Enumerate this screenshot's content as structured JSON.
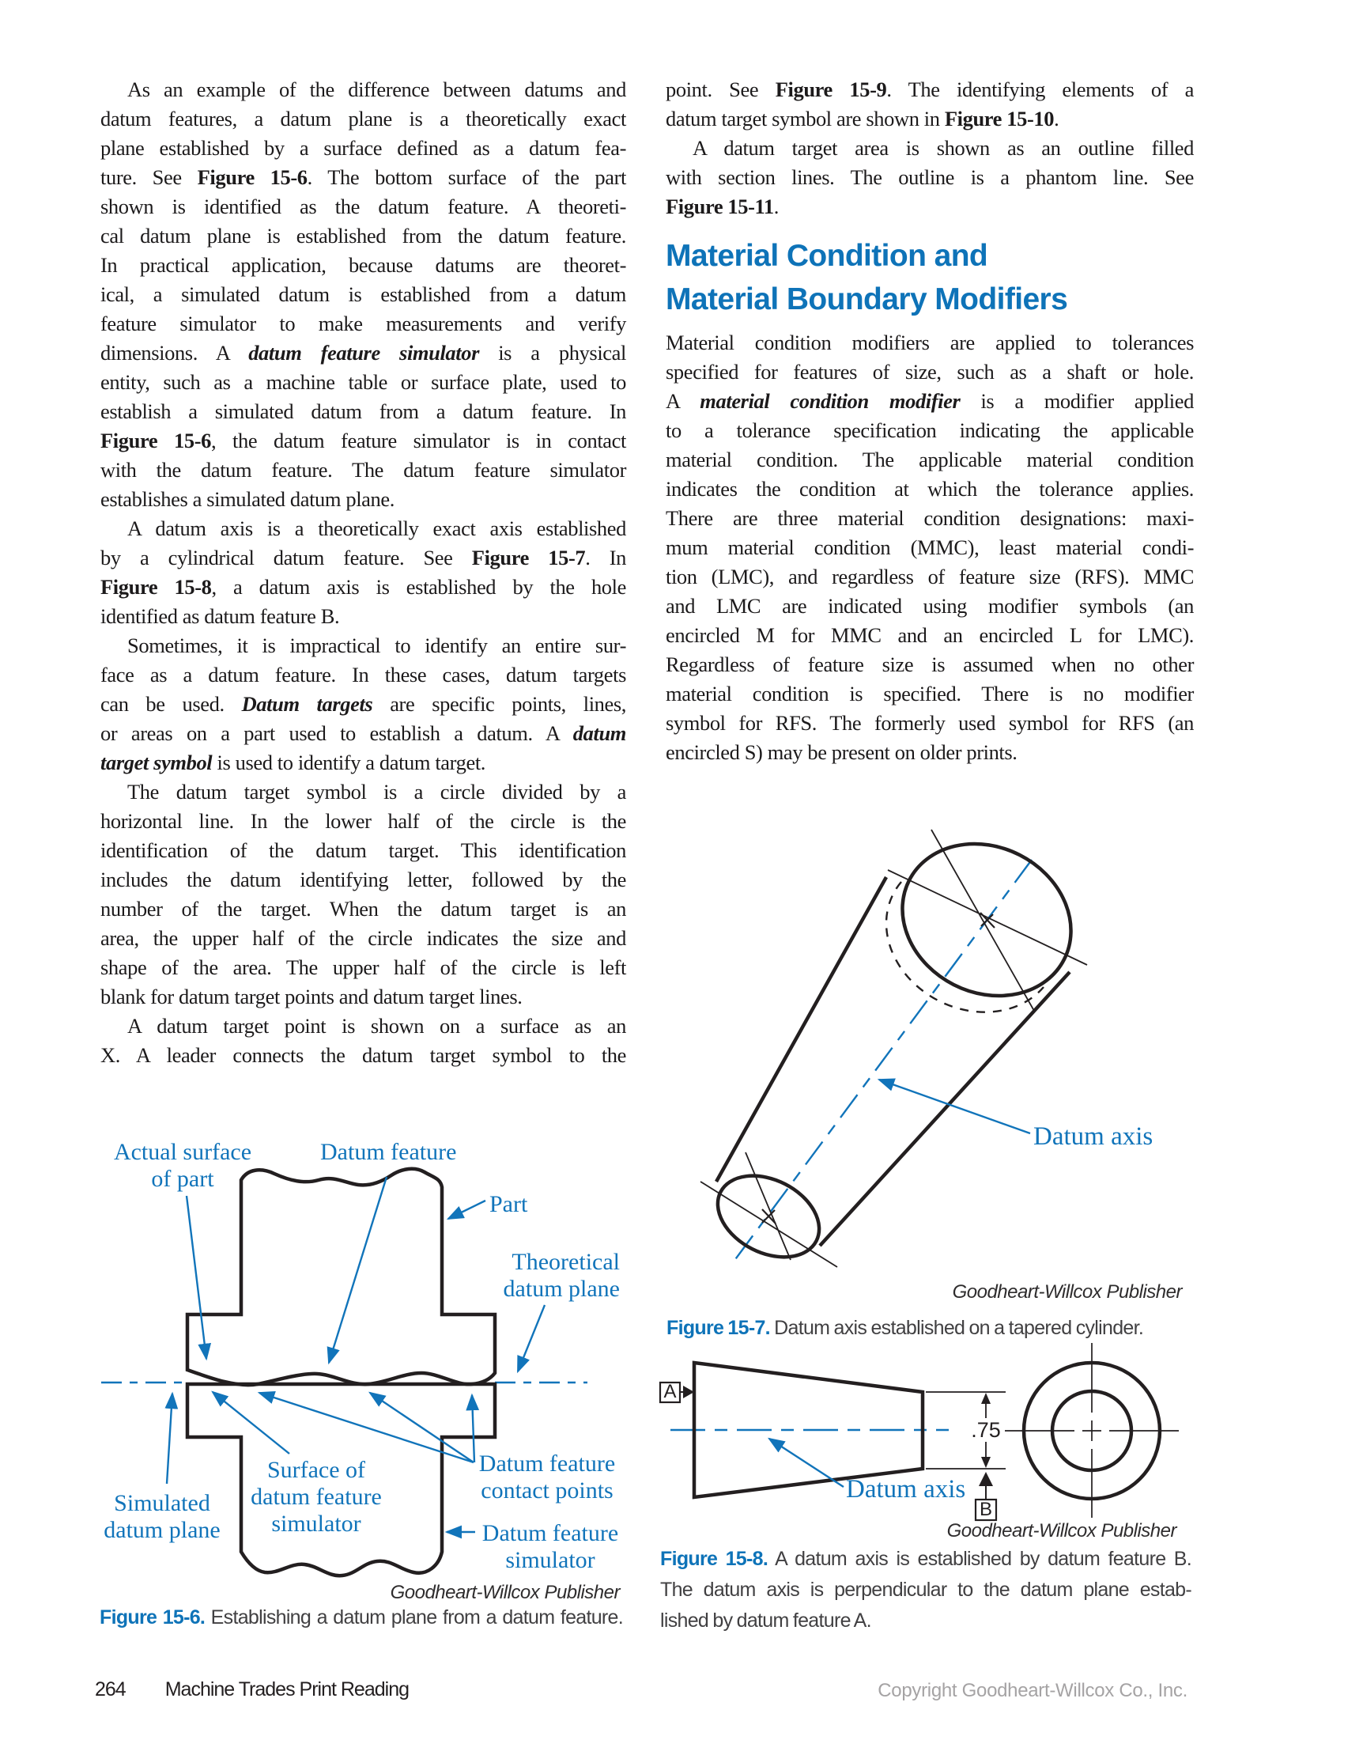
{
  "accent_blue": "#1174BA",
  "heading": {
    "line1": "Material Condition and",
    "line2": "Material Boundary Modifiers"
  },
  "columns": {
    "left": {
      "lines": [
        {
          "t": "As an example of the difference between datums and",
          "ind": 1
        },
        "datum features, a datum plane is a theoretically exact",
        "plane established by a surface defined as a datum fea-",
        {
          "s": [
            [
              "ture. See ",
              "n"
            ],
            [
              "Figure 15-6",
              "b"
            ],
            [
              ". The bottom surface of the part",
              "n"
            ]
          ]
        },
        "shown is identified as the datum feature. A theoreti-",
        "cal datum plane is established from the datum feature.",
        "In practical application, because datums are theoret-",
        "ical, a simulated datum is established from a datum",
        "feature simulator to make measurements and verify",
        {
          "s": [
            [
              "dimensions. A ",
              "n"
            ],
            [
              "datum feature simulator",
              "bi"
            ],
            [
              " is a physical",
              "n"
            ]
          ]
        },
        "entity, such as a machine table or surface plate, used to",
        "establish a simulated datum from a datum feature. In",
        {
          "s": [
            [
              "Figure 15-6",
              "b"
            ],
            [
              ", the datum feature simulator is in contact",
              "n"
            ]
          ]
        },
        "with the datum feature. The datum feature simulator",
        {
          "t": "establishes a simulated datum plane.",
          "end": 1
        },
        {
          "t": "A datum axis is a theoretically exact axis established",
          "ind": 1
        },
        {
          "s": [
            [
              "by a cylindrical datum feature. See ",
              "n"
            ],
            [
              "Figure 15-7",
              "b"
            ],
            [
              ". In",
              "n"
            ]
          ]
        },
        {
          "s": [
            [
              "Figure 15-8",
              "b"
            ],
            [
              ", a datum axis is established by the hole",
              "n"
            ]
          ]
        },
        {
          "t": "identified as datum feature B.",
          "end": 1
        },
        {
          "t": "Sometimes, it is impractical to identify an entire sur-",
          "ind": 1
        },
        "face as a datum feature. In these cases, datum targets",
        {
          "s": [
            [
              "can be used. ",
              "n"
            ],
            [
              "Datum targets",
              "bi"
            ],
            [
              " are specific points, lines,",
              "n"
            ]
          ]
        },
        {
          "s": [
            [
              "or areas on a part used to establish a datum. A ",
              "n"
            ],
            [
              "datum",
              "bi"
            ]
          ]
        },
        {
          "s": [
            [
              "target symbol",
              "bi"
            ],
            [
              " is used to identify a datum target.",
              "n"
            ]
          ],
          "end": 1
        },
        {
          "t": "The datum target symbol is a circle divided by a",
          "ind": 1
        },
        "horizontal line. In the lower half of the circle is the",
        "identification of the datum target. This identification",
        "includes the datum identifying letter, followed by the",
        "number of the target. When the datum target is an",
        "area, the upper half of the circle indicates the size and",
        "shape of the area. The upper half of the circle is left",
        {
          "t": "blank for datum target points and datum target lines.",
          "end": 1
        },
        {
          "t": "A datum target point is shown on a surface as an",
          "ind": 1
        },
        "X. A leader connects the datum target symbol to the"
      ]
    },
    "right_top": {
      "lines": [
        {
          "s": [
            [
              "point. See ",
              "n"
            ],
            [
              "Figure 15-9",
              "b"
            ],
            [
              ". The identifying elements of a",
              "n"
            ]
          ]
        },
        {
          "s": [
            [
              "datum target symbol are shown in ",
              "n"
            ],
            [
              "Figure 15-10",
              "b"
            ],
            [
              ".",
              "n"
            ]
          ],
          "end": 1
        },
        {
          "t": "A datum target area is shown as an outline filled",
          "ind": 1
        },
        "with section lines. The outline is a phantom line. See",
        {
          "s": [
            [
              "Figure 15-11",
              "b"
            ],
            [
              ".",
              "n"
            ]
          ],
          "end": 1
        }
      ]
    },
    "right_body": {
      "lines": [
        "Material condition modifiers are applied to tolerances",
        "specified for features of size, such as a shaft or hole.",
        {
          "s": [
            [
              "A ",
              "n"
            ],
            [
              "material condition modifier",
              "bi"
            ],
            [
              " is a modifier applied",
              "n"
            ]
          ]
        },
        "to a tolerance specification indicating the applicable",
        "material condition. The applicable material condition",
        "indicates the condition at which the tolerance applies.",
        "There are three material condition designations: maxi-",
        "mum material condition (MMC), least material condi-",
        "tion (LMC), and regardless of feature size (RFS). MMC",
        "and LMC are indicated using modifier symbols (an",
        "encircled M for MMC and an encircled L for LMC).",
        "Regardless of feature size is assumed when no other",
        "material condition is specified. There is no modifier",
        "symbol for RFS. The formerly used symbol for RFS (an",
        {
          "t": "encircled S) may be present on older prints.",
          "end": 1
        }
      ]
    }
  },
  "figures": {
    "fig6": {
      "labels": {
        "actual": [
          "Actual surface",
          "of part"
        ],
        "datum_feature": "Datum feature",
        "part": "Part",
        "theoretical": [
          "Theoretical",
          "datum plane"
        ],
        "simulated": [
          "Simulated",
          "datum plane"
        ],
        "surface": [
          "Surface of",
          "datum feature",
          "simulator"
        ],
        "contact": [
          "Datum feature",
          "contact points"
        ],
        "simulator": [
          "Datum feature",
          "simulator"
        ]
      },
      "credit": "Goodheart-Willcox Publisher",
      "caption": {
        "lines": [
          {
            "s": [
              [
                "Figure 15-6.",
                "lab"
              ],
              [
                " Establishing a datum plane from a datum feature.",
                "n"
              ]
            ]
          }
        ]
      }
    },
    "fig7": {
      "labels": {
        "datum_axis": "Datum axis"
      },
      "credit": "Goodheart-Willcox Publisher",
      "caption": {
        "lines": [
          {
            "s": [
              [
                "Figure 15-7.",
                "lab"
              ],
              [
                " Datum axis established on a tapered cylinder.",
                "n"
              ]
            ],
            "end": 1
          }
        ]
      }
    },
    "fig8": {
      "labels": {
        "datum_axis": "Datum axis",
        "datum_a": "A",
        "datum_b": "B",
        "dim": ".75"
      },
      "credit": "Goodheart-Willcox Publisher",
      "caption": {
        "lines": [
          {
            "s": [
              [
                "Figure 15-8.",
                "lab"
              ],
              [
                " A datum axis is established by datum feature B.",
                "n"
              ]
            ]
          },
          "The datum axis is perpendicular to the datum plane estab-",
          {
            "t": "lished by datum feature A.",
            "end": 1
          }
        ]
      }
    }
  },
  "footer": {
    "page_num": "264",
    "book_title": "Machine Trades Print Reading",
    "copyright": "Copyright Goodheart-Willcox Co., Inc."
  }
}
